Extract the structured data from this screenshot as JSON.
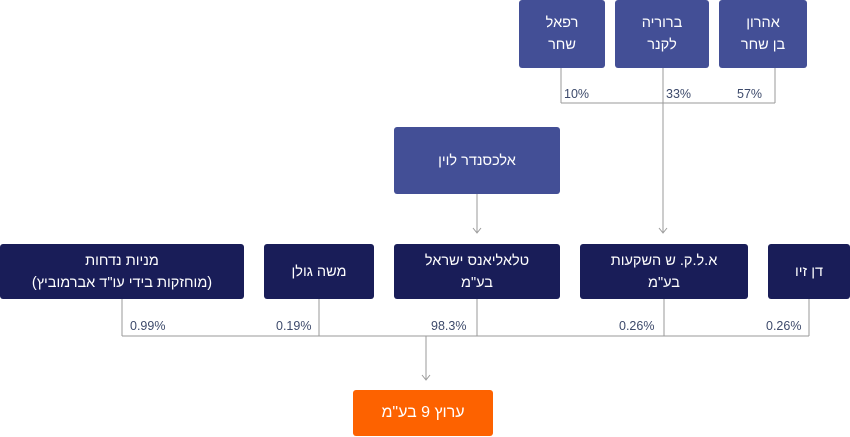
{
  "top_owners": [
    {
      "line1": "אהרון",
      "line2": "בן שחר",
      "share": "57%"
    },
    {
      "line1": "ברוריה",
      "line2": "לקנר",
      "share": "33%"
    },
    {
      "line1": "רפאל",
      "line2": "שחר",
      "share": "10%"
    }
  ],
  "middle_owner": {
    "line1": "אלכסנדר לוין"
  },
  "shareholders": [
    {
      "line1": "דן זיו",
      "line2": "",
      "share": "0.26%"
    },
    {
      "line1": "א.ל.ק. ש השקעות",
      "line2": "בע\"מ",
      "share": "0.26%"
    },
    {
      "line1": "טלאליאנס ישראל",
      "line2": "בע\"מ",
      "share": "98.3%"
    },
    {
      "line1": "משה גולן",
      "line2": "",
      "share": "0.19%"
    },
    {
      "line1": "מניות נדחות",
      "line2": "(מוחזקות בידי עו\"ד אברמוביץ)",
      "share": "0.99%"
    }
  ],
  "target": {
    "label": "ערוץ 9 בע\"מ"
  },
  "colors": {
    "light_box": "#434f96",
    "dark_box": "#191d58",
    "target_box": "#fd6200",
    "connector": "#9a9a9a",
    "percent_text": "#3d4a6b"
  }
}
